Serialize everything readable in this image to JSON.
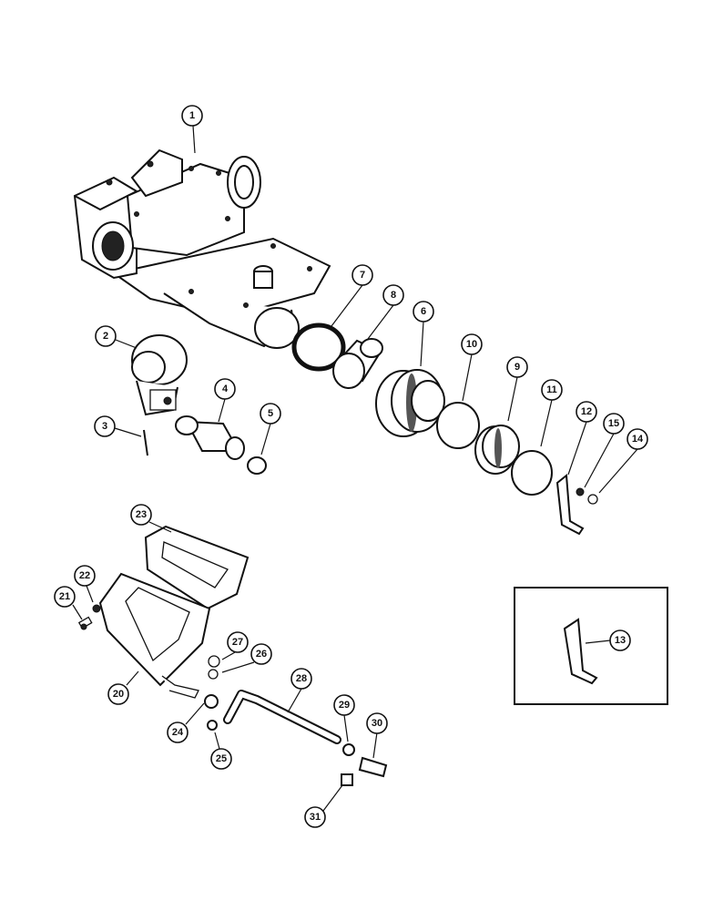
{
  "callouts": [
    {
      "id": "1",
      "label": "1"
    },
    {
      "id": "2",
      "label": "2"
    },
    {
      "id": "3",
      "label": "3"
    },
    {
      "id": "4",
      "label": "4"
    },
    {
      "id": "5",
      "label": "5"
    },
    {
      "id": "6",
      "label": "6"
    },
    {
      "id": "7",
      "label": "7"
    },
    {
      "id": "8",
      "label": "8"
    },
    {
      "id": "9",
      "label": "9"
    },
    {
      "id": "10",
      "label": "10"
    },
    {
      "id": "11",
      "label": "11"
    },
    {
      "id": "12",
      "label": "12"
    },
    {
      "id": "13",
      "label": "13"
    },
    {
      "id": "14",
      "label": "14"
    },
    {
      "id": "15",
      "label": "15"
    },
    {
      "id": "20",
      "label": "20"
    },
    {
      "id": "21",
      "label": "21"
    },
    {
      "id": "22",
      "label": "22"
    },
    {
      "id": "23",
      "label": "23"
    },
    {
      "id": "24",
      "label": "24"
    },
    {
      "id": "25",
      "label": "25"
    },
    {
      "id": "26",
      "label": "26"
    },
    {
      "id": "27",
      "label": "27"
    },
    {
      "id": "28",
      "label": "28"
    },
    {
      "id": "29",
      "label": "29"
    },
    {
      "id": "30",
      "label": "30"
    },
    {
      "id": "31",
      "label": "31"
    }
  ]
}
